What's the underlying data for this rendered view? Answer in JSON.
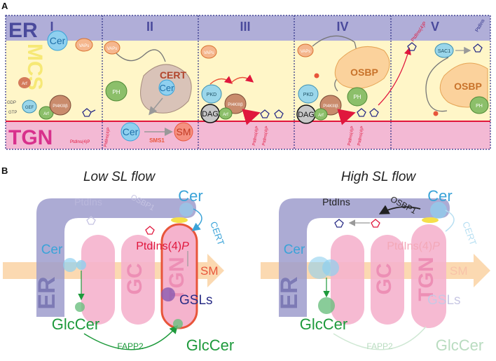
{
  "panel_a": {
    "label": "A",
    "er_label": "ER",
    "tgn_label": "TGN",
    "mcs_label": "MCS",
    "stages": [
      "I",
      "II",
      "III",
      "IV",
      "V"
    ],
    "proteins": {
      "vaps": "VAPs",
      "cert": "CERT",
      "osbp": "OSBP",
      "pkd": "PKD",
      "ph": "PH",
      "pi4k": "PI4KIIIβ",
      "arf": "Arf",
      "gef": "GEF",
      "arf1": "Arf1",
      "gtp": "GTP",
      "gdp": "GDP",
      "sac1": "SAC1",
      "sms1": "SMS1"
    },
    "lipids": {
      "cer": "Cer",
      "sm": "SM",
      "dag": "DAG",
      "pi4p": "PtdIns(4)P",
      "ptdins": "PtdIns"
    }
  },
  "panel_b": {
    "label": "B",
    "low": {
      "title": "Low SL flow",
      "cer_top": "Cer",
      "cer_left": "Cer",
      "cert": "CERT",
      "osbp1": "OSBP1",
      "ptdins": "PtdIns",
      "pi4p_prefix": "PtdIns(4)",
      "pi4p_p": "P",
      "sm": "SM",
      "gsls": "GSLs",
      "glccer_left": "GlcCer",
      "glccer_right": "GlcCer",
      "fapp2": "FAPP2",
      "er": "ER",
      "gc": "GC",
      "tgn": "TGN"
    },
    "high": {
      "title": "High SL flow",
      "cer_top": "Cer",
      "cer_left": "Cer",
      "cert": "CERT",
      "osbp1": "OSBP1",
      "ptdins": "PtdIns",
      "pi4p_prefix": "PtdIns(4)",
      "pi4p_p": "P",
      "sm": "SM",
      "gsls": "GSLs",
      "glccer_left": "GlcCer",
      "glccer_right": "GlcCer",
      "fapp2": "FAPP2",
      "er": "ER",
      "gc": "GC",
      "tgn": "TGN"
    }
  },
  "colors": {
    "er": "#b0aed8",
    "mcs": "#fff6c8",
    "tgn": "#f3b9d4",
    "cer": "#3aa3d8",
    "sm": "#e8553a",
    "glccer": "#1e9a3c",
    "gsls": "#2a2d86",
    "pi4p": "#e0173d",
    "flow": "#fbd5a8"
  }
}
